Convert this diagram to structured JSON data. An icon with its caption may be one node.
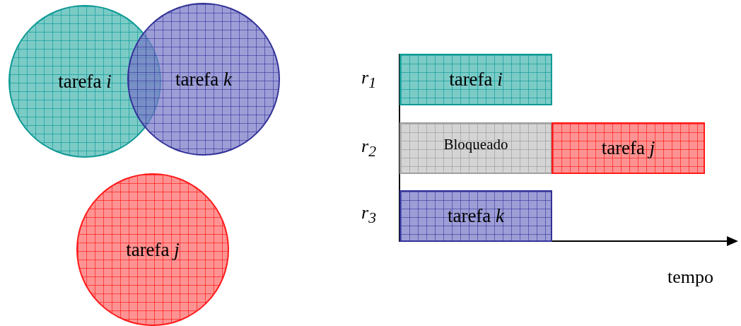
{
  "diagram": {
    "nodes": [
      {
        "text": [
          "tarefa *i*"
        ]
      },
      {
        "text": [
          "tarefa *k*"
        ]
      },
      {
        "text": [
          "tarefa *j*"
        ]
      },
      {
        "text": [
          "tarefa *i*"
        ]
      },
      {
        "text": [
          "Bloqueado"
        ]
      },
      {
        "text": [
          "tarefa *j*"
        ]
      },
      {
        "text": [
          "tarefa *k*"
        ]
      }
    ],
    "labels": [
      "r$_{1}$",
      "r$_{2}$",
      "r$_{3}$",
      "tempo"
    ]
  }
}
